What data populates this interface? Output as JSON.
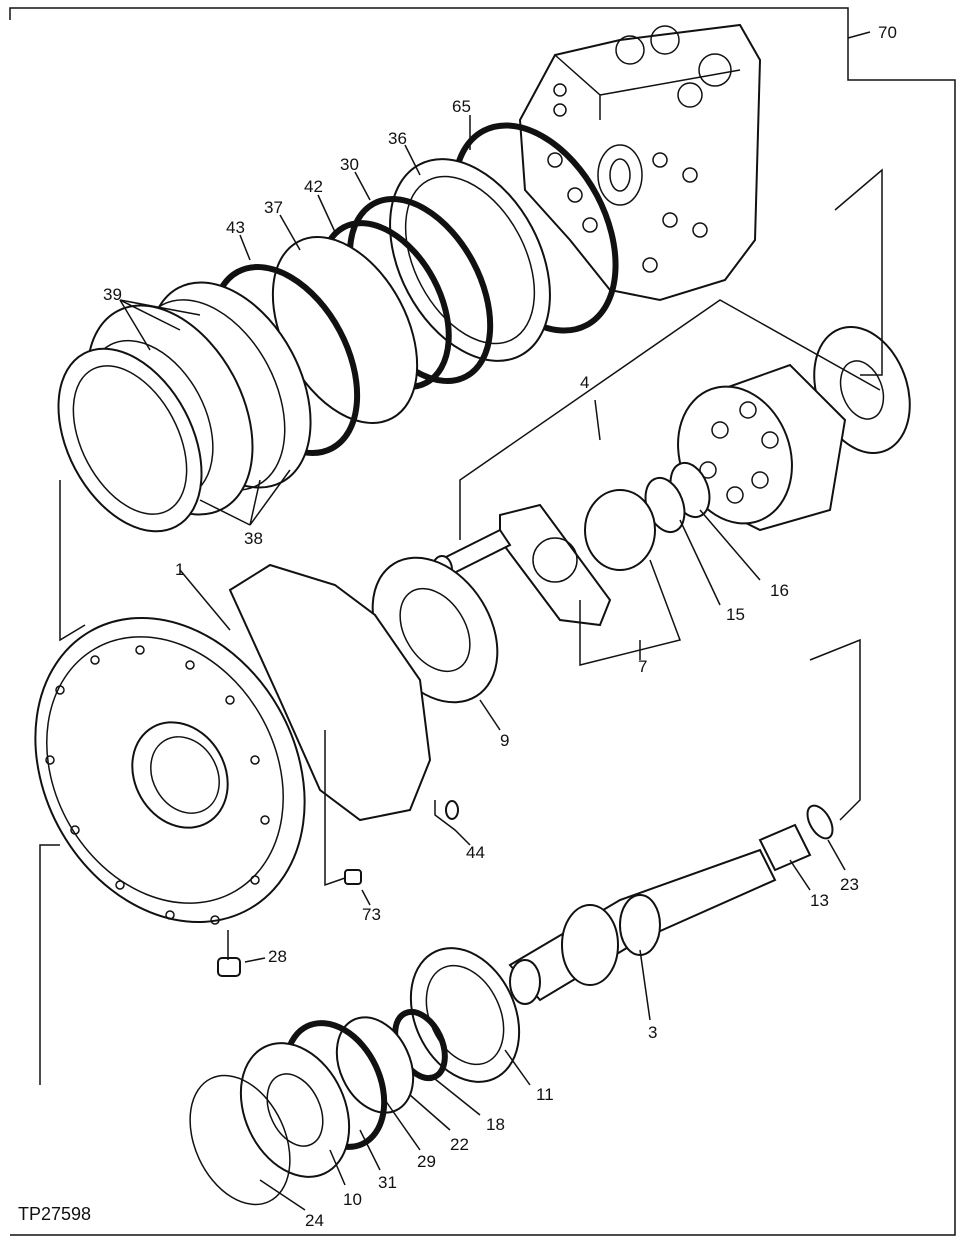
{
  "drawing_ref": "TP27598",
  "callouts": [
    {
      "id": "70",
      "label": "70"
    },
    {
      "id": "65",
      "label": "65"
    },
    {
      "id": "36",
      "label": "36"
    },
    {
      "id": "30",
      "label": "30"
    },
    {
      "id": "42",
      "label": "42"
    },
    {
      "id": "37",
      "label": "37"
    },
    {
      "id": "43",
      "label": "43"
    },
    {
      "id": "39",
      "label": "39"
    },
    {
      "id": "38",
      "label": "38"
    },
    {
      "id": "4",
      "label": "4"
    },
    {
      "id": "16",
      "label": "16"
    },
    {
      "id": "15",
      "label": "15"
    },
    {
      "id": "7",
      "label": "7"
    },
    {
      "id": "1",
      "label": "1"
    },
    {
      "id": "9",
      "label": "9"
    },
    {
      "id": "44",
      "label": "44"
    },
    {
      "id": "73",
      "label": "73"
    },
    {
      "id": "28",
      "label": "28"
    },
    {
      "id": "23",
      "label": "23"
    },
    {
      "id": "13",
      "label": "13"
    },
    {
      "id": "3",
      "label": "3"
    },
    {
      "id": "11",
      "label": "11"
    },
    {
      "id": "18",
      "label": "18"
    },
    {
      "id": "22",
      "label": "22"
    },
    {
      "id": "29",
      "label": "29"
    },
    {
      "id": "31",
      "label": "31"
    },
    {
      "id": "10",
      "label": "10"
    },
    {
      "id": "24",
      "label": "24"
    }
  ]
}
